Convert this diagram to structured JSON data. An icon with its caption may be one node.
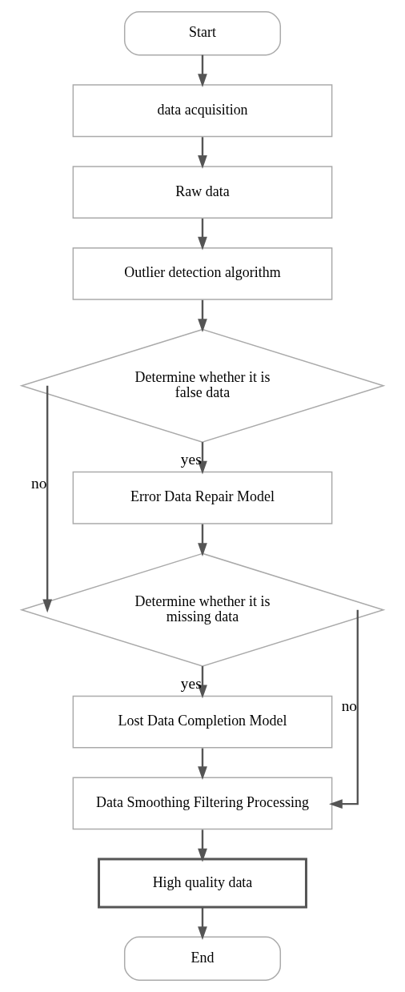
{
  "diagram": {
    "nodes": [
      {
        "text": [
          "Start"
        ]
      },
      {
        "text": [
          "data acquisition"
        ]
      },
      {
        "text": [
          "Raw data"
        ]
      },
      {
        "text": [
          "Outlier detection algorithm"
        ]
      },
      {
        "text": [
          "Determine whether it is false data"
        ]
      },
      {
        "text": [
          "Error Data Repair Model"
        ]
      },
      {
        "text": [
          "Determine whether it is missing data"
        ]
      },
      {
        "text": [
          "Lost Data Completion Model"
        ]
      },
      {
        "text": [
          "Data Smoothing Filtering Processing"
        ]
      },
      {
        "text": [
          "High quality data"
        ]
      },
      {
        "text": [
          "End"
        ]
      }
    ],
    "edges": [
      {
        "from": 0,
        "to": 1,
        "arrow": "to"
      },
      {
        "from": 1,
        "to": 2,
        "arrow": "to"
      },
      {
        "from": 2,
        "to": 3,
        "arrow": "to"
      },
      {
        "from": 3,
        "to": 4,
        "arrow": "to"
      },
      {
        "from": 4,
        "to": 5,
        "arrow": "to",
        "label": "yes"
      },
      {
        "from": 4,
        "to": 6,
        "arrow": "to",
        "label": "no"
      },
      {
        "from": 5,
        "to": 6,
        "arrow": "to"
      },
      {
        "from": 6,
        "to": 7,
        "arrow": "to",
        "label": "yes"
      },
      {
        "from": 6,
        "to": 8,
        "arrow": "to",
        "label": "no"
      },
      {
        "from": 7,
        "to": 8,
        "arrow": "to"
      },
      {
        "from": 8,
        "to": 9,
        "arrow": "to"
      },
      {
        "from": 9,
        "to": 10,
        "arrow": "to"
      }
    ]
  }
}
